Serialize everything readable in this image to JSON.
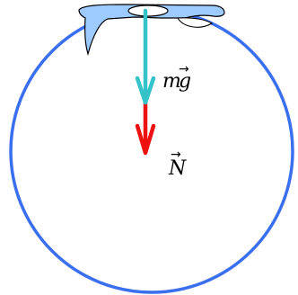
{
  "diagram": {
    "labels": {
      "weight": {
        "symbol_prefix": "m",
        "vector_letter": "g",
        "arrow": "→"
      },
      "normal": {
        "vector_letter": "N",
        "arrow": "→"
      }
    },
    "colors": {
      "loop": "#3a6ff0",
      "car_fill": "#9ecbff",
      "car_stroke": "#000000",
      "weight_arrow": "#33c3c8",
      "normal_arrow": "#ee1111",
      "text": "#000000"
    }
  }
}
